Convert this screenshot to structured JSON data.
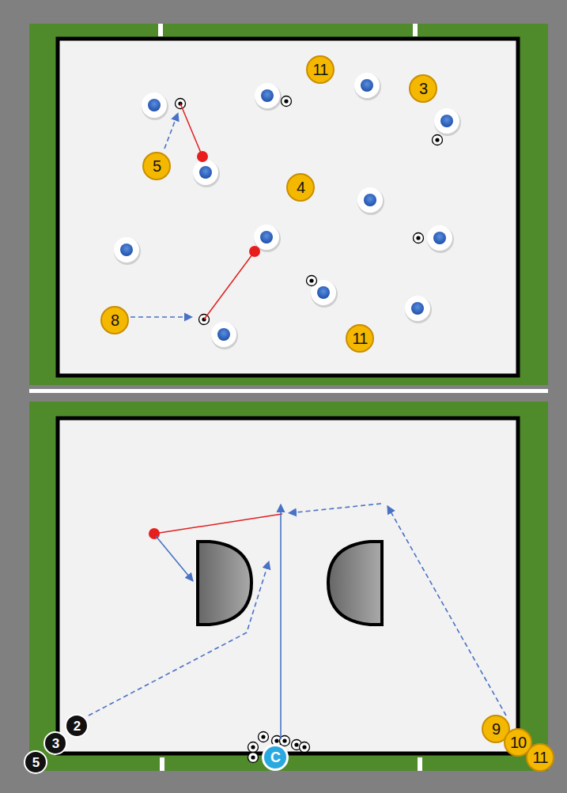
{
  "diagram": {
    "nodes": [
      {
        "text": [
          "11"
        ]
      },
      {
        "text": [
          "3"
        ]
      },
      {
        "text": [
          "5"
        ]
      },
      {
        "text": [
          "4"
        ]
      },
      {
        "text": [
          "8"
        ]
      },
      {
        "text": [
          "11"
        ]
      },
      {
        "text": [
          "2"
        ]
      },
      {
        "text": [
          "3"
        ]
      },
      {
        "text": [
          "5"
        ]
      },
      {
        "text": [
          "C"
        ]
      },
      {
        "text": [
          "9"
        ]
      },
      {
        "text": [
          "10"
        ]
      },
      {
        "text": [
          "11"
        ]
      }
    ]
  }
}
